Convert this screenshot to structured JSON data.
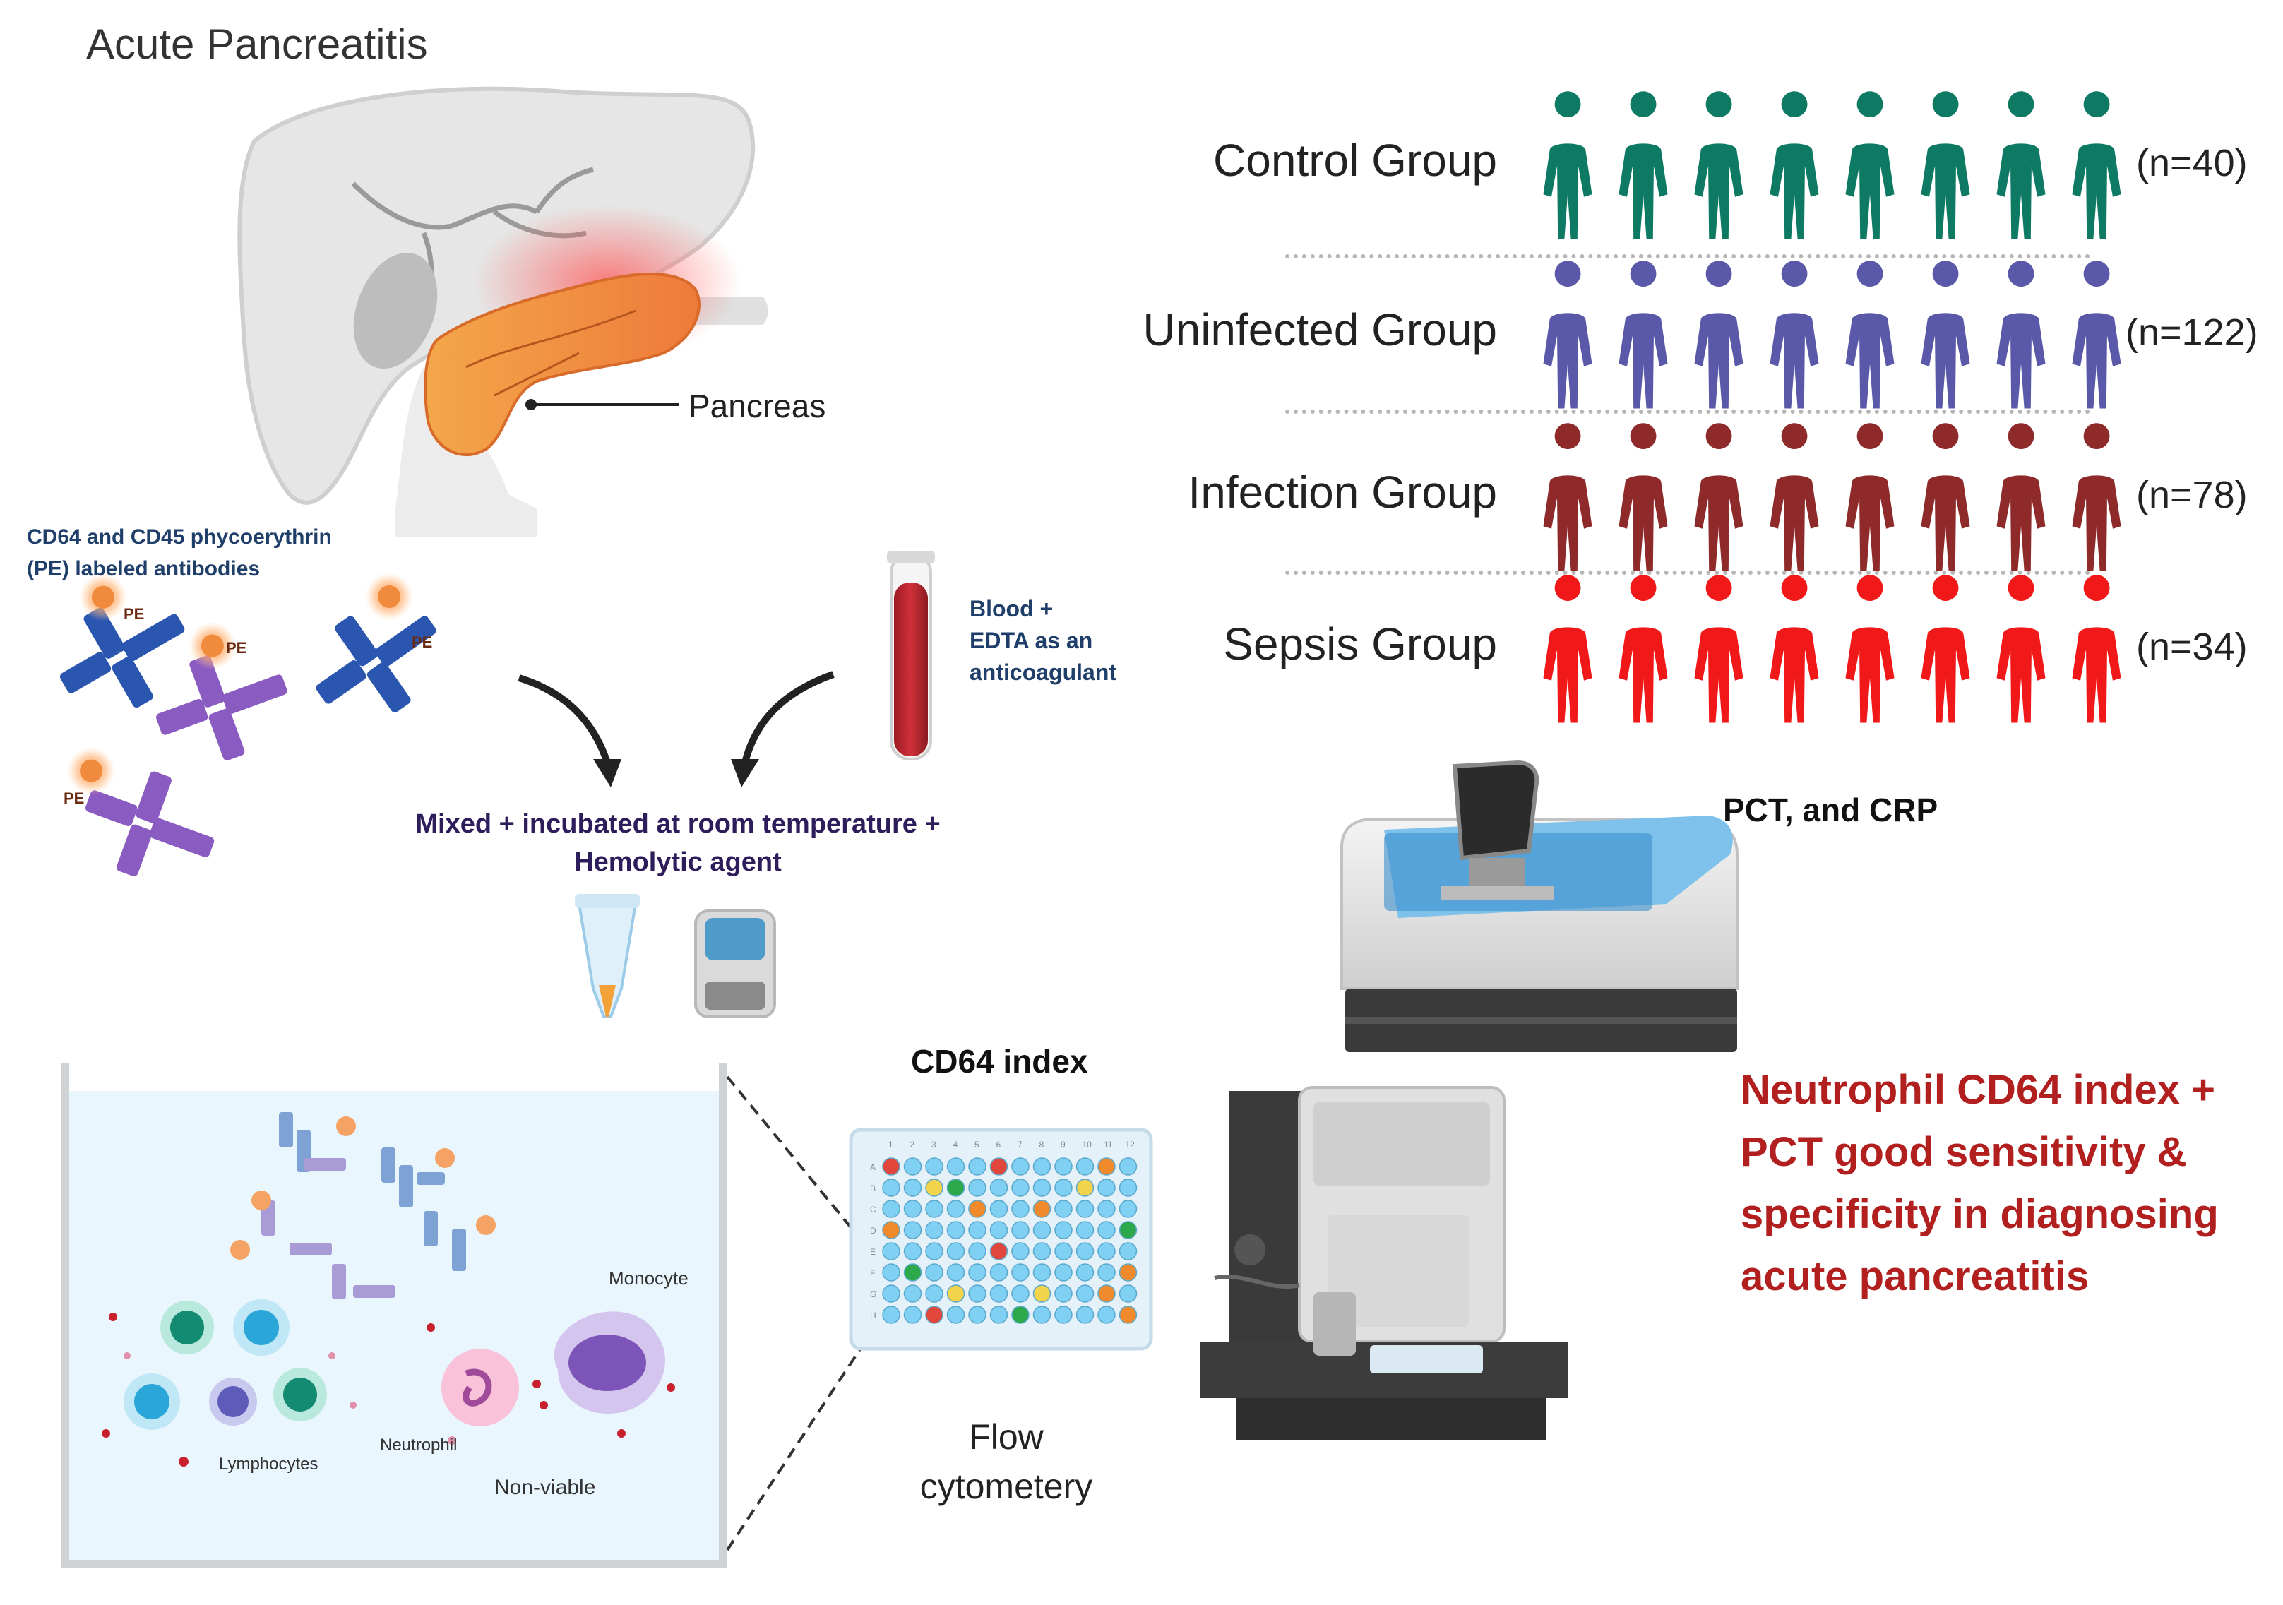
{
  "title": "Acute Pancreatitis",
  "pancreas_label": "Pancreas",
  "antibodies_label": [
    "CD64 and CD45 phycoerythrin",
    "(PE) labeled antibodies"
  ],
  "pe_tag": "PE",
  "blood_label": [
    "Blood +",
    "EDTA as an",
    "anticoagulant"
  ],
  "mix_label": [
    "Mixed + incubated at room temperature +",
    "Hemolytic agent"
  ],
  "groups": [
    {
      "label": "Control Group",
      "n": "(n=40)",
      "color": "#0f7a63"
    },
    {
      "label": "Uninfected Group",
      "n": "(n=122)",
      "color": "#5a58a8"
    },
    {
      "label": "Infection Group",
      "n": "(n=78)",
      "color": "#8e2a2a"
    },
    {
      "label": "Sepsis Group",
      "n": "(n=34)",
      "color": "#f01818"
    }
  ],
  "pct_crp_label": "PCT, and CRP",
  "cd64_index_label": "CD64 index",
  "plate_col_labels": [
    "1",
    "2",
    "3",
    "4",
    "5",
    "6",
    "7",
    "8",
    "9",
    "10",
    "11",
    "12"
  ],
  "plate_row_labels": [
    "A",
    "B",
    "C",
    "D",
    "E",
    "F",
    "G",
    "H"
  ],
  "flow_label": [
    "Flow",
    "cytometery"
  ],
  "cell_labels": {
    "monocyte": "Monocyte",
    "lymphocytes": "Lymphocytes",
    "neutrophil": "Neutrophil",
    "nonviable": "Non-viable"
  },
  "conclusion": [
    "Neutrophil CD64 index +",
    "PCT good sensitivity &",
    "specificity in diagnosing",
    "acute pancreatitis"
  ]
}
